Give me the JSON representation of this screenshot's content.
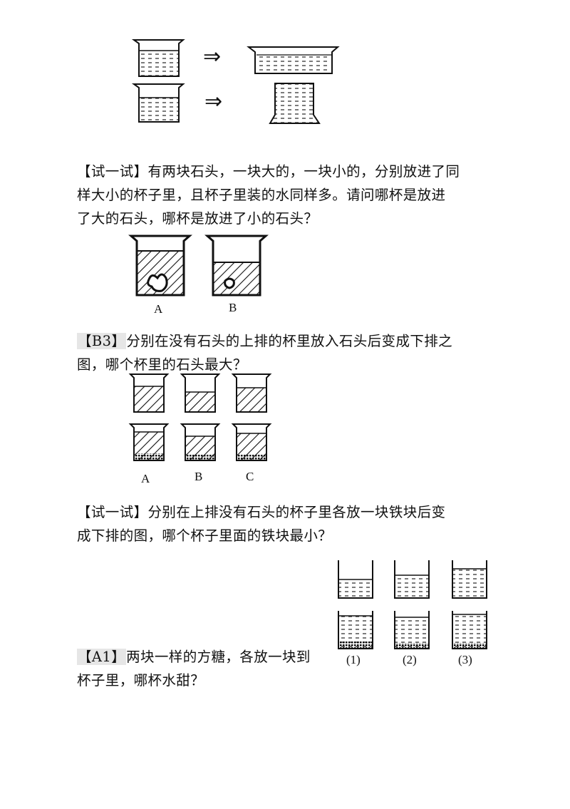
{
  "section1": {
    "arrow_symbol": "⇒"
  },
  "section2": {
    "tag": "【试一试】",
    "text_lines": [
      "有两块石头，一块大的，一块小的，分别放进了同",
      "样大小的杯子里，且杯子里装的水同样多。请问哪杯是放进",
      "了大的石头，哪杯是放进了小的石头？"
    ],
    "labels": [
      "A",
      "B"
    ]
  },
  "section3": {
    "tag": "【B3】",
    "text_lines": [
      "分别在没有石头的上排的杯里放入石头后变成下排之",
      "图，哪个杯里的石头最大？"
    ],
    "labels": [
      "A",
      "B",
      "C"
    ]
  },
  "section4": {
    "tag": "【试一试】",
    "text_lines": [
      "分别在上排没有石头的杯子里各放一块铁块后变",
      "成下排的图，哪个杯子里面的铁块最小？"
    ],
    "labels": [
      "(1)",
      "(2)",
      "(3)"
    ]
  },
  "section5": {
    "tag": "【A1】",
    "text_lines": [
      "两块一样的方糖，各放一块到",
      "杯子里，哪杯水甜？"
    ]
  }
}
